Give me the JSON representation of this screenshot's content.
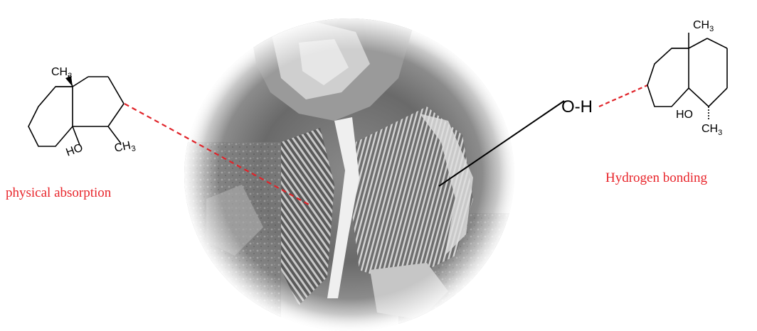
{
  "labels": {
    "left_caption": "physical absorption",
    "right_caption": "Hydrogen bonding",
    "oh_label": "O-H"
  },
  "left_molecule": {
    "methyl_top": "CH",
    "methyl_top_sub": "3",
    "hydroxyl": "HO",
    "methyl_bottom": "CH",
    "methyl_bottom_sub": "3"
  },
  "right_molecule": {
    "methyl_top": "CH",
    "methyl_top_sub": "3",
    "hydroxyl": "HO",
    "methyl_bottom": "CH",
    "methyl_bottom_sub": "3"
  },
  "colors": {
    "caption": "#e8242a",
    "dashed_link": "#e0242a",
    "solid_link": "#000000",
    "bond": "#000000",
    "micrograph_dark": "#2e2e2e",
    "micrograph_mid": "#7a7a7a",
    "micrograph_light": "#d8d8d8"
  },
  "images": {
    "sem_micrograph": "sem-micrograph-of-diatom-frustule"
  }
}
